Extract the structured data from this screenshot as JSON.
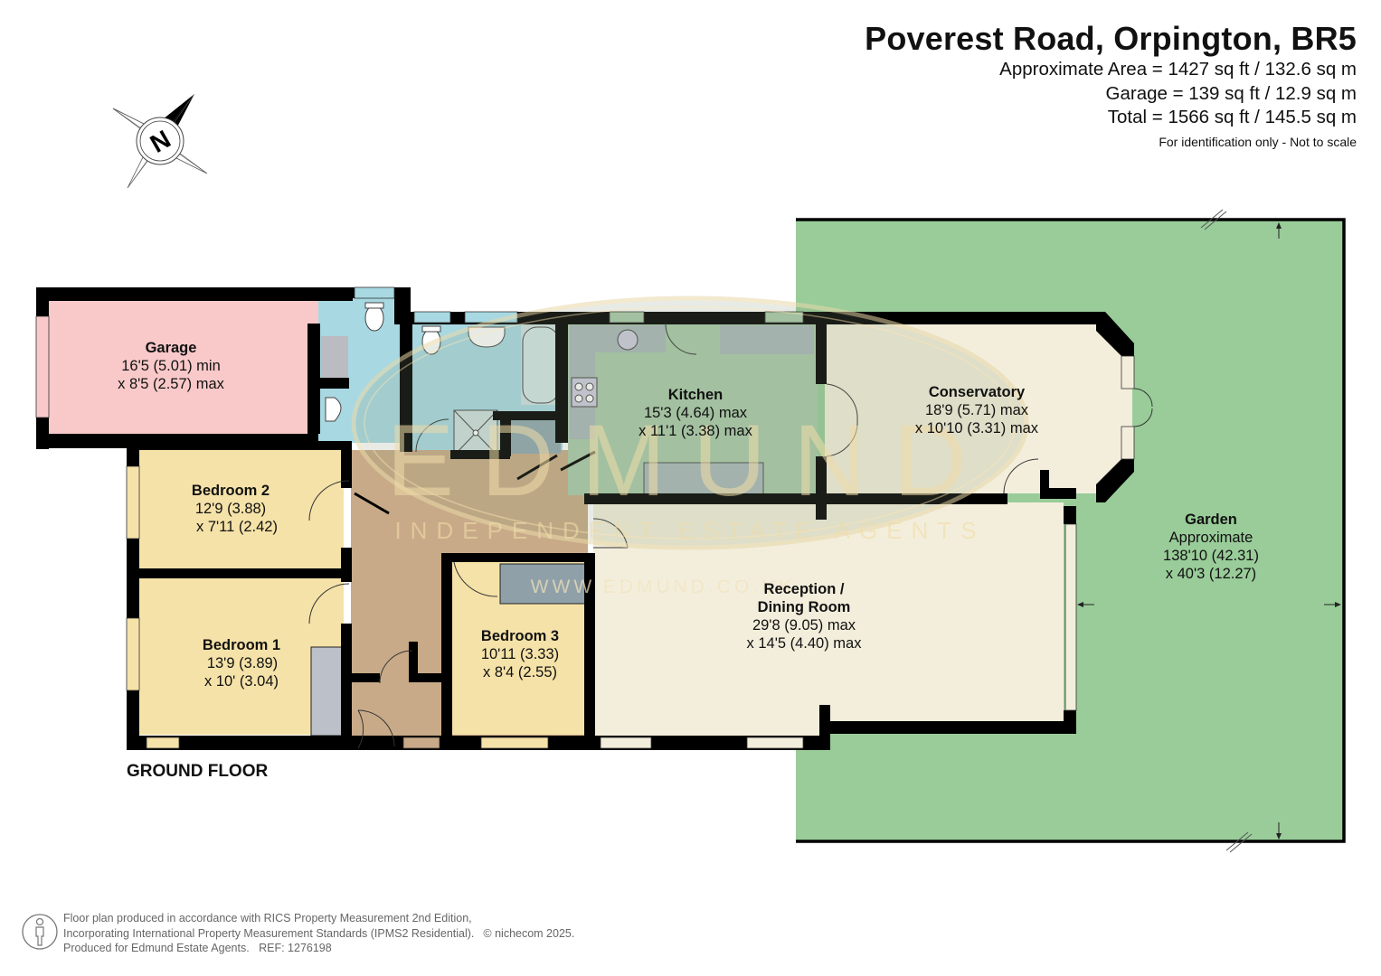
{
  "header": {
    "title": "Poverest Road, Orpington, BR5",
    "area_lines": [
      "Approximate Area = 1427 sq ft / 132.6 sq m",
      "Garage = 139 sq ft / 12.9 sq m",
      "Total = 1566 sq ft / 145.5 sq m"
    ],
    "disclaimer": "For identification only - Not to scale"
  },
  "compass": {
    "icon": "north-compass-icon",
    "label": "N"
  },
  "floor_label": "GROUND FLOOR",
  "watermark": {
    "brand": "EDMUND",
    "tagline": "INDEPENDENT ESTATE AGENTS",
    "url": "WWW.EDMUND.CO.UK"
  },
  "colors": {
    "garage": "#f9c9c9",
    "bedroom": "#f5e2a8",
    "bathroom": "#a8d8e2",
    "hall": "#c8aa88",
    "kitchen": "#a9c9a9",
    "reception": "#f3eedc",
    "garden": "#99cc99",
    "wall": "#000000",
    "fitted": "#aab8c0"
  },
  "rooms": {
    "garage": {
      "name": "Garage",
      "dim1": "16'5 (5.01) min",
      "dim2": "x 8'5 (2.57) max"
    },
    "bedroom2": {
      "name": "Bedroom 2",
      "dim1": "12'9 (3.88)",
      "dim2": "x 7'11 (2.42)"
    },
    "bedroom1": {
      "name": "Bedroom 1",
      "dim1": "13'9 (3.89)",
      "dim2": "x 10' (3.04)"
    },
    "bedroom3": {
      "name": "Bedroom 3",
      "dim1": "10'11 (3.33)",
      "dim2": "x 8'4 (2.55)"
    },
    "kitchen": {
      "name": "Kitchen",
      "dim1": "15'3 (4.64) max",
      "dim2": "x 11'1 (3.38) max"
    },
    "conservatory": {
      "name": "Conservatory",
      "dim1": "18'9 (5.71) max",
      "dim2": "x 10'10 (3.31) max"
    },
    "reception": {
      "name1": "Reception /",
      "name2": "Dining Room",
      "dim1": "29'8 (9.05) max",
      "dim2": "x 14'5 (4.40) max"
    },
    "garden": {
      "name": "Garden",
      "note": "Approximate",
      "dim1": "138'10 (42.31)",
      "dim2": "x 40'3 (12.27)"
    }
  },
  "footer": {
    "icon": "person-scale-icon",
    "lines": [
      "Floor plan produced in accordance with RICS Property Measurement 2nd Edition,",
      "Incorporating International Property Measurement Standards (IPMS2 Residential).",
      "Produced for Edmund Estate Agents.   REF: 1276198"
    ],
    "copyright": "© nichecom 2025."
  }
}
